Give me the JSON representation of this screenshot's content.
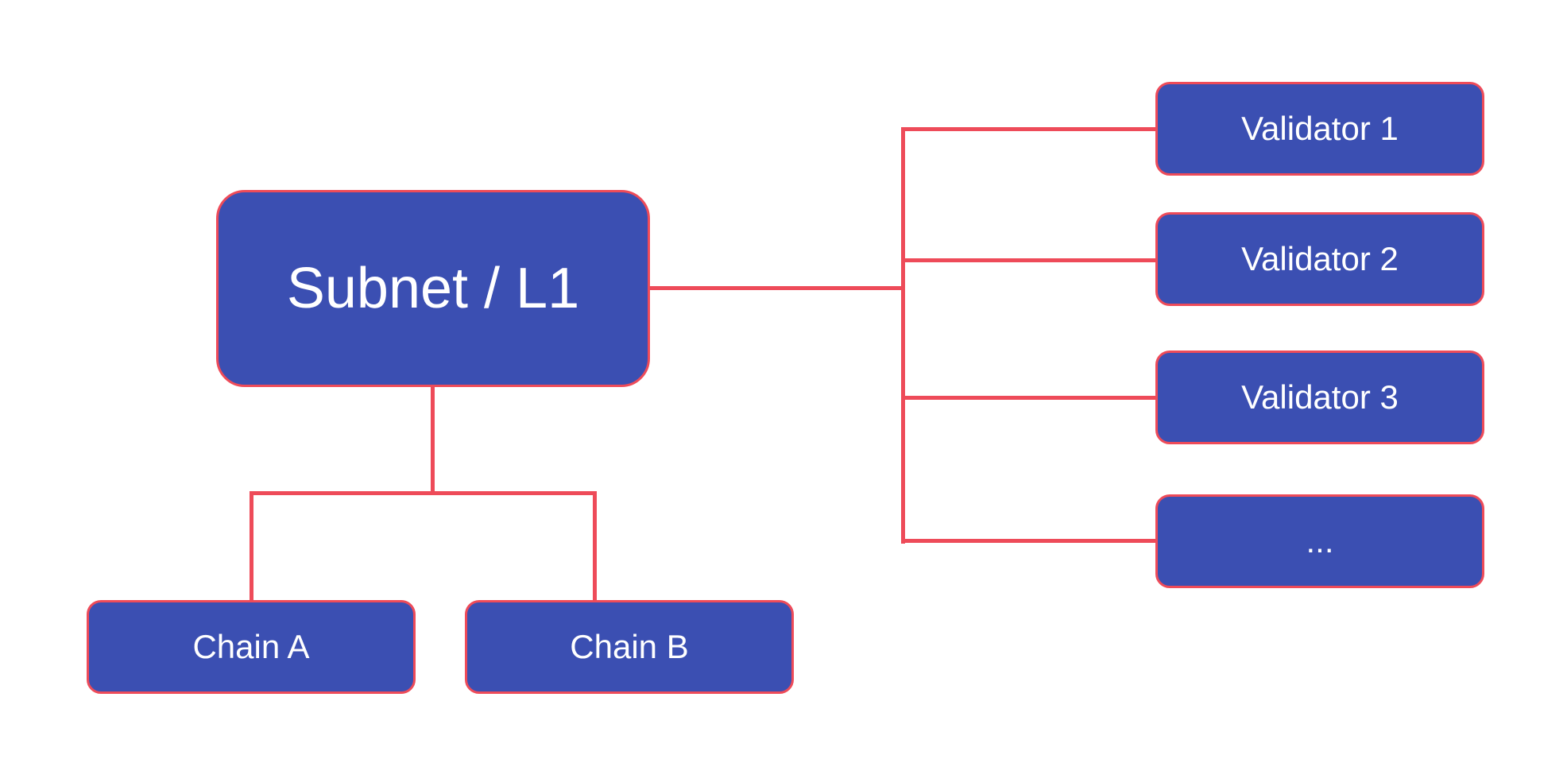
{
  "diagram": {
    "type": "flowchart",
    "colors": {
      "node_fill": "#3B4FB2",
      "node_border": "#EE4B59",
      "connector": "#EE4B59",
      "label_text": "#FFFFFF",
      "background": "#FFFFFF"
    },
    "nodes": {
      "subnet": {
        "label": "Subnet / L1"
      },
      "validator1": {
        "label": "Validator 1"
      },
      "validator2": {
        "label": "Validator 2"
      },
      "validator3": {
        "label": "Validator 3"
      },
      "validator_more": {
        "label": "..."
      },
      "chain_a": {
        "label": "Chain A"
      },
      "chain_b": {
        "label": "Chain B"
      }
    },
    "edges": [
      {
        "from": "subnet",
        "to": "validator1"
      },
      {
        "from": "subnet",
        "to": "validator2"
      },
      {
        "from": "subnet",
        "to": "validator3"
      },
      {
        "from": "subnet",
        "to": "validator_more"
      },
      {
        "from": "subnet",
        "to": "chain_a"
      },
      {
        "from": "subnet",
        "to": "chain_b"
      }
    ]
  }
}
